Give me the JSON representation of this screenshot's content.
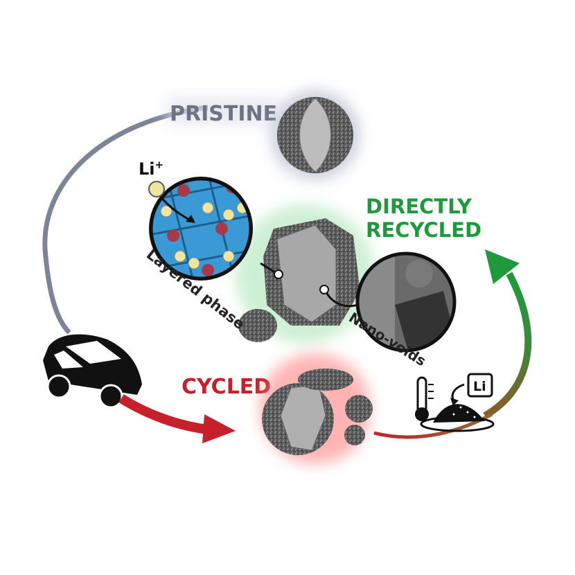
{
  "labels": {
    "pristine": "PRISTINE",
    "directly_recycled_line1": "DIRECTLY",
    "directly_recycled_line2": "RECYCLED",
    "cycled": "CYCLED",
    "li_ion": "Li",
    "li_ion_charge": "+",
    "layered_phase": "Layered phase",
    "nano_voids": "Nano-voids",
    "li_box": "Li"
  },
  "colors": {
    "pristine": "#6b7385",
    "recycled": "#1e9a3c",
    "cycled": "#c8202a",
    "lattice": "#3a9ad6"
  }
}
